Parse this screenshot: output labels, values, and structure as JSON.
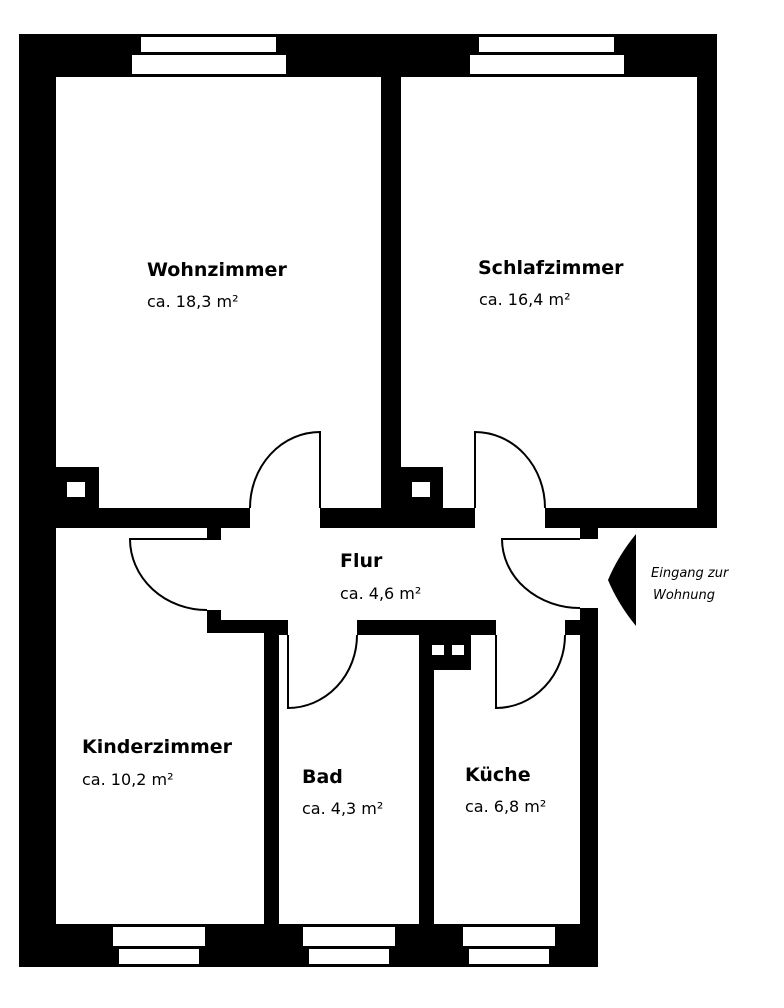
{
  "colors": {
    "wall": "#000000",
    "floor": "#ffffff"
  },
  "rooms": {
    "wohnzimmer": {
      "name": "Wohnzimmer",
      "area": "ca. 18,3 m²"
    },
    "schlafzimmer": {
      "name": "Schlafzimmer",
      "area": "ca. 16,4 m²"
    },
    "flur": {
      "name": "Flur",
      "area": "ca. 4,6 m²"
    },
    "kinderzimmer": {
      "name": "Kinderzimmer",
      "area": "ca. 10,2 m²"
    },
    "bad": {
      "name": "Bad",
      "area": "ca. 4,3 m²"
    },
    "kueche": {
      "name": "Küche",
      "area": "ca. 6,8 m²"
    }
  },
  "entrance": {
    "line1": "Eingang zur",
    "line2": "Wohnung",
    "icon": "arrow-left-icon"
  }
}
